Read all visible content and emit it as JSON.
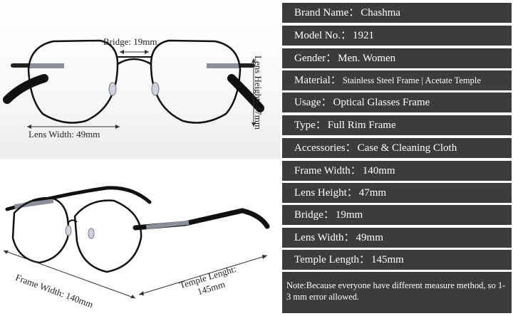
{
  "dimensions": {
    "bridge": "Bridge: 19mm",
    "lens_height": "Lens Height: 47mm",
    "lens_width": "Lens Width: 49mm",
    "frame_width": "Frame Width: 140mm",
    "temple_length_line1": "Temple Lenght:",
    "temple_length_line2": "145mm"
  },
  "specs": [
    {
      "label": "Brand Name：",
      "value": "Chashma"
    },
    {
      "label": "Model No.：",
      "value": "1921"
    },
    {
      "label": "Gender：",
      "value": "Men. Women"
    },
    {
      "label": "Material：",
      "value": "Stainless Steel Frame | Acetate Temple"
    },
    {
      "label": "Usage：",
      "value": "Optical Glasses Frame"
    },
    {
      "label": "Type：",
      "value": "Full Rim Frame"
    },
    {
      "label": "Accessories：",
      "value": "Case & Cleaning Cloth"
    },
    {
      "label": "Frame Width：",
      "value": "140mm"
    },
    {
      "label": "Lens Height：",
      "value": "47mm"
    },
    {
      "label": "Bridge：",
      "value": "19mm"
    },
    {
      "label": "Lens Width：",
      "value": "49mm"
    },
    {
      "label": "Temple Length：",
      "value": "145mm"
    }
  ],
  "note": "Note:Because everyone have different measure method, so 1-3 mm error allowed."
}
